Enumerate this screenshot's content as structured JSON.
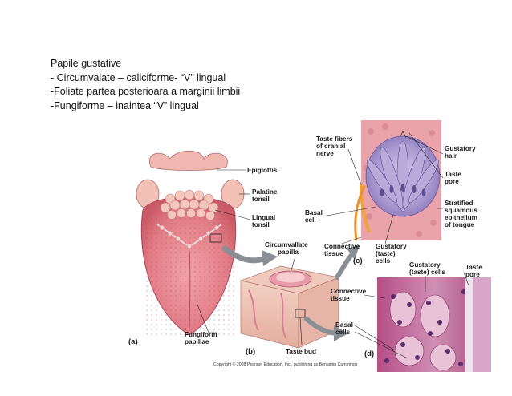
{
  "slide": {
    "lines": [
      "Papile gustative",
      "- Circumvalate – caliciforme- “V” lingual",
      "-Foliate partea posterioara a marginii limbii",
      "-Fungiforme – inaintea “V” lingual"
    ]
  },
  "figure": {
    "labels": {
      "epiglottis": "Epiglottis",
      "palatine_1": "Palatine",
      "palatine_2": "tonsil",
      "lingual_1": "Lingual",
      "lingual_2": "tonsil",
      "fungiform_1": "Fungiform",
      "fungiform_2": "papillae",
      "circumvallate_1": "Circumvallate",
      "circumvallate_2": "papilla",
      "taste_bud": "Taste bud",
      "taste_fibers_1": "Taste fibers",
      "taste_fibers_2": "of cranial",
      "taste_fibers_3": "nerve",
      "basal_cell_1": "Basal",
      "basal_cell_2": "cell",
      "gustatory_hair_1": "Gustatory",
      "gustatory_hair_2": "hair",
      "taste_pore_c_1": "Taste",
      "taste_pore_c_2": "pore",
      "stratified_1": "Stratified",
      "stratified_2": "squamous",
      "stratified_3": "epithelium",
      "stratified_4": "of tongue",
      "connective_c_1": "Connective",
      "connective_c_2": "tissue",
      "gustatory_cells_c_1": "Gustatory",
      "gustatory_cells_c_2": "(taste)",
      "gustatory_cells_c_3": "cells",
      "gustatory_cells_d_1": "Gustatory",
      "gustatory_cells_d_2": "(taste) cells",
      "taste_pore_d_1": "Taste",
      "taste_pore_d_2": "pore",
      "connective_d_1": "Connective",
      "connective_d_2": "tissue",
      "basal_cells_d_1": "Basal",
      "basal_cells_d_2": "cells"
    },
    "panels": {
      "a": "(a)",
      "b": "(b)",
      "c": "(c)",
      "d": "(d)"
    },
    "copyright": "Copyright © 2008 Pearson Education, Inc., publishing as Benjamin Cummings"
  }
}
